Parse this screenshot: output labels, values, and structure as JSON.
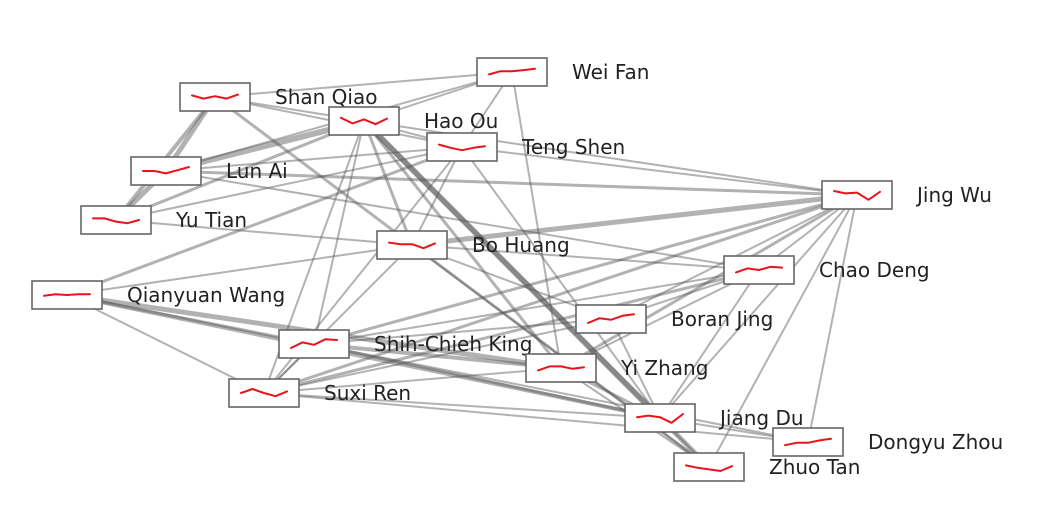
{
  "colors": {
    "edge": "#555555",
    "sparkline": "#e8141c",
    "box_border": "#666666",
    "label": "#222222"
  },
  "nodes": [
    {
      "id": "weifan",
      "label": "Wei Fan",
      "trend": [
        0.35,
        0.55,
        0.55,
        0.62,
        0.7
      ]
    },
    {
      "id": "shanqiao",
      "label": "Shan Qiao",
      "trend": [
        0.6,
        0.4,
        0.55,
        0.4,
        0.65
      ]
    },
    {
      "id": "haoou",
      "label": "Hao Ou",
      "trend": [
        0.7,
        0.35,
        0.6,
        0.3,
        0.65
      ]
    },
    {
      "id": "tengshen",
      "label": "Teng Shen",
      "trend": [
        0.65,
        0.45,
        0.3,
        0.45,
        0.55
      ]
    },
    {
      "id": "lunai",
      "label": "Lun Ai",
      "trend": [
        0.5,
        0.5,
        0.35,
        0.55,
        0.75
      ]
    },
    {
      "id": "yutian",
      "label": "Yu Tian",
      "trend": [
        0.6,
        0.6,
        0.4,
        0.3,
        0.5
      ]
    },
    {
      "id": "jingwu",
      "label": "Jing Wu",
      "trend": [
        0.75,
        0.6,
        0.65,
        0.2,
        0.7
      ]
    },
    {
      "id": "bohuang",
      "label": "Bo Huang",
      "trend": [
        0.65,
        0.55,
        0.55,
        0.3,
        0.6
      ]
    },
    {
      "id": "qianyuanwang",
      "label": "Qianyuan Wang",
      "trend": [
        0.45,
        0.55,
        0.5,
        0.55,
        0.55
      ]
    },
    {
      "id": "chaodeng",
      "label": "Chao Deng",
      "trend": [
        0.35,
        0.6,
        0.5,
        0.7,
        0.65
      ]
    },
    {
      "id": "boranjing",
      "label": "Boran Jing",
      "trend": [
        0.25,
        0.55,
        0.45,
        0.7,
        0.8
      ]
    },
    {
      "id": "shihchiehking",
      "label": "Shih-Chieh King",
      "trend": [
        0.25,
        0.6,
        0.45,
        0.8,
        0.75
      ]
    },
    {
      "id": "yizhang",
      "label": "Yi Zhang",
      "trend": [
        0.35,
        0.6,
        0.6,
        0.45,
        0.55
      ]
    },
    {
      "id": "suxiren",
      "label": "Suxi Ren",
      "trend": [
        0.5,
        0.75,
        0.5,
        0.3,
        0.6
      ]
    },
    {
      "id": "jiangdu",
      "label": "Jiang Du",
      "trend": [
        0.55,
        0.65,
        0.55,
        0.2,
        0.75
      ]
    },
    {
      "id": "dongyuzhou",
      "label": "Dongyu Zhou",
      "trend": [
        0.3,
        0.45,
        0.45,
        0.6,
        0.7
      ]
    },
    {
      "id": "zhuotan",
      "label": "Zhuo Tan",
      "trend": [
        0.6,
        0.45,
        0.35,
        0.25,
        0.55
      ]
    }
  ],
  "edges": [
    [
      "shanqiao",
      "weifan",
      2
    ],
    [
      "shanqiao",
      "haoou",
      2
    ],
    [
      "shanqiao",
      "tengshen",
      2
    ],
    [
      "shanqiao",
      "lunai",
      5
    ],
    [
      "shanqiao",
      "yutian",
      4
    ],
    [
      "shanqiao",
      "zhuotan",
      3
    ],
    [
      "weifan",
      "haoou",
      2
    ],
    [
      "weifan",
      "tengshen",
      2
    ],
    [
      "weifan",
      "lunai",
      2
    ],
    [
      "weifan",
      "yizhang",
      2
    ],
    [
      "haoou",
      "lunai",
      6
    ],
    [
      "haoou",
      "yutian",
      3
    ],
    [
      "haoou",
      "tengshen",
      2
    ],
    [
      "haoou",
      "jingwu",
      2
    ],
    [
      "haoou",
      "bohuang",
      3
    ],
    [
      "haoou",
      "suxiren",
      2
    ],
    [
      "haoou",
      "yizhang",
      3
    ],
    [
      "haoou",
      "jiangdu",
      6
    ],
    [
      "haoou",
      "zhuotan",
      5
    ],
    [
      "haoou",
      "shihchiehking",
      2
    ],
    [
      "tengshen",
      "lunai",
      2
    ],
    [
      "tengshen",
      "qianyuanwang",
      3
    ],
    [
      "tengshen",
      "jingwu",
      2
    ],
    [
      "tengshen",
      "bohuang",
      2
    ],
    [
      "tengshen",
      "suxiren",
      2
    ],
    [
      "tengshen",
      "jiangdu",
      2
    ],
    [
      "tengshen",
      "yutian",
      2
    ],
    [
      "lunai",
      "jingwu",
      3
    ],
    [
      "lunai",
      "chaodeng",
      2
    ],
    [
      "lunai",
      "yutian",
      5
    ],
    [
      "yutian",
      "bohuang",
      2
    ],
    [
      "jingwu",
      "bohuang",
      5
    ],
    [
      "jingwu",
      "chaodeng",
      2
    ],
    [
      "jingwu",
      "boranjing",
      2
    ],
    [
      "jingwu",
      "shihchiehking",
      3
    ],
    [
      "jingwu",
      "suxiren",
      3
    ],
    [
      "jingwu",
      "yizhang",
      3
    ],
    [
      "jingwu",
      "jiangdu",
      2
    ],
    [
      "jingwu",
      "dongyuzhou",
      2
    ],
    [
      "jingwu",
      "zhuotan",
      2
    ],
    [
      "bohuang",
      "qianyuanwang",
      2
    ],
    [
      "bohuang",
      "chaodeng",
      2
    ],
    [
      "bohuang",
      "boranjing",
      2
    ],
    [
      "bohuang",
      "suxiren",
      2
    ],
    [
      "bohuang",
      "zhuotan",
      2
    ],
    [
      "qianyuanwang",
      "shihchiehking",
      3
    ],
    [
      "qianyuanwang",
      "suxiren",
      2
    ],
    [
      "qianyuanwang",
      "yizhang",
      5
    ],
    [
      "qianyuanwang",
      "jiangdu",
      4
    ],
    [
      "chaodeng",
      "shihchiehking",
      2
    ],
    [
      "chaodeng",
      "yizhang",
      2
    ],
    [
      "chaodeng",
      "suxiren",
      3
    ],
    [
      "chaodeng",
      "jiangdu",
      2
    ],
    [
      "chaodeng",
      "boranjing",
      2
    ],
    [
      "boranjing",
      "suxiren",
      2
    ],
    [
      "boranjing",
      "jiangdu",
      2
    ],
    [
      "boranjing",
      "shihchiehking",
      2
    ],
    [
      "shihchiehking",
      "yizhang",
      4
    ],
    [
      "shihchiehking",
      "suxiren",
      2
    ],
    [
      "shihchiehking",
      "jiangdu",
      3
    ],
    [
      "shihchiehking",
      "dongyuzhou",
      2
    ],
    [
      "yizhang",
      "jiangdu",
      3
    ],
    [
      "yizhang",
      "zhuotan",
      2
    ],
    [
      "suxiren",
      "jiangdu",
      2
    ],
    [
      "suxiren",
      "dongyuzhou",
      2
    ],
    [
      "suxiren",
      "yizhang",
      2
    ],
    [
      "jiangdu",
      "dongyuzhou",
      2
    ],
    [
      "jiangdu",
      "zhuotan",
      2
    ]
  ]
}
